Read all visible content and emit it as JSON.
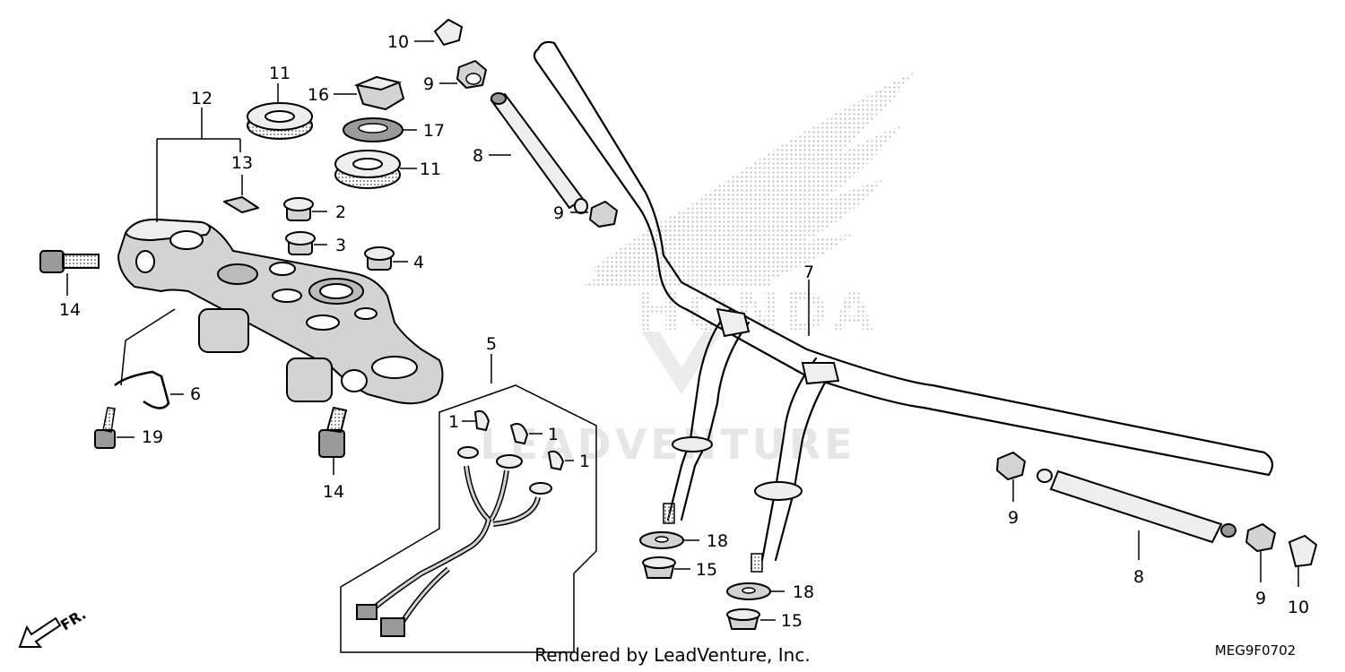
{
  "diagram": {
    "callouts": {
      "c1a": "1",
      "c1b": "1",
      "c1c": "1",
      "c2": "2",
      "c3": "3",
      "c4": "4",
      "c5": "5",
      "c6": "6",
      "c7": "7",
      "c8a": "8",
      "c8b": "8",
      "c9a": "9",
      "c9b": "9",
      "c9c": "9",
      "c9d": "9",
      "c10a": "10",
      "c10b": "10",
      "c11a": "11",
      "c11b": "11",
      "c12": "12",
      "c13": "13",
      "c14a": "14",
      "c14b": "14",
      "c15a": "15",
      "c15b": "15",
      "c16": "16",
      "c17": "17",
      "c18a": "18",
      "c18b": "18",
      "c19": "19"
    },
    "front_arrow_label": "FR.",
    "watermark_text": "LEADVENTURE",
    "logo_text": "HONDA"
  },
  "footer": {
    "rendered_by": "Rendered by LeadVenture, Inc.",
    "diagram_code": "MEG9F0702"
  }
}
